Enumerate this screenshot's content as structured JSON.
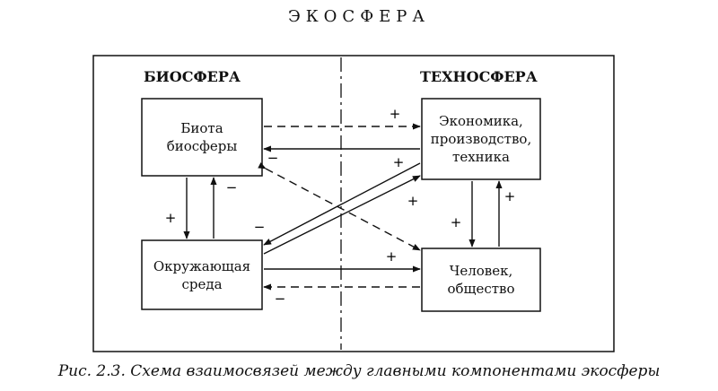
{
  "title": "ЭКОСФЕРА",
  "regions": {
    "left": "БИОСФЕРА",
    "right": "ТЕХНОСФЕРА"
  },
  "nodes": {
    "biota": [
      "Биота",
      "биосферы"
    ],
    "environment": [
      "Окружающая",
      "среда"
    ],
    "economy": [
      "Экономика,",
      "производство,",
      "техника"
    ],
    "human": [
      "Человек,",
      "общество"
    ]
  },
  "signs": {
    "plus": "+",
    "minus": "−"
  },
  "caption": "Рис. 2.3. Схема взаимосвязей между главными компонентами экосферы"
}
